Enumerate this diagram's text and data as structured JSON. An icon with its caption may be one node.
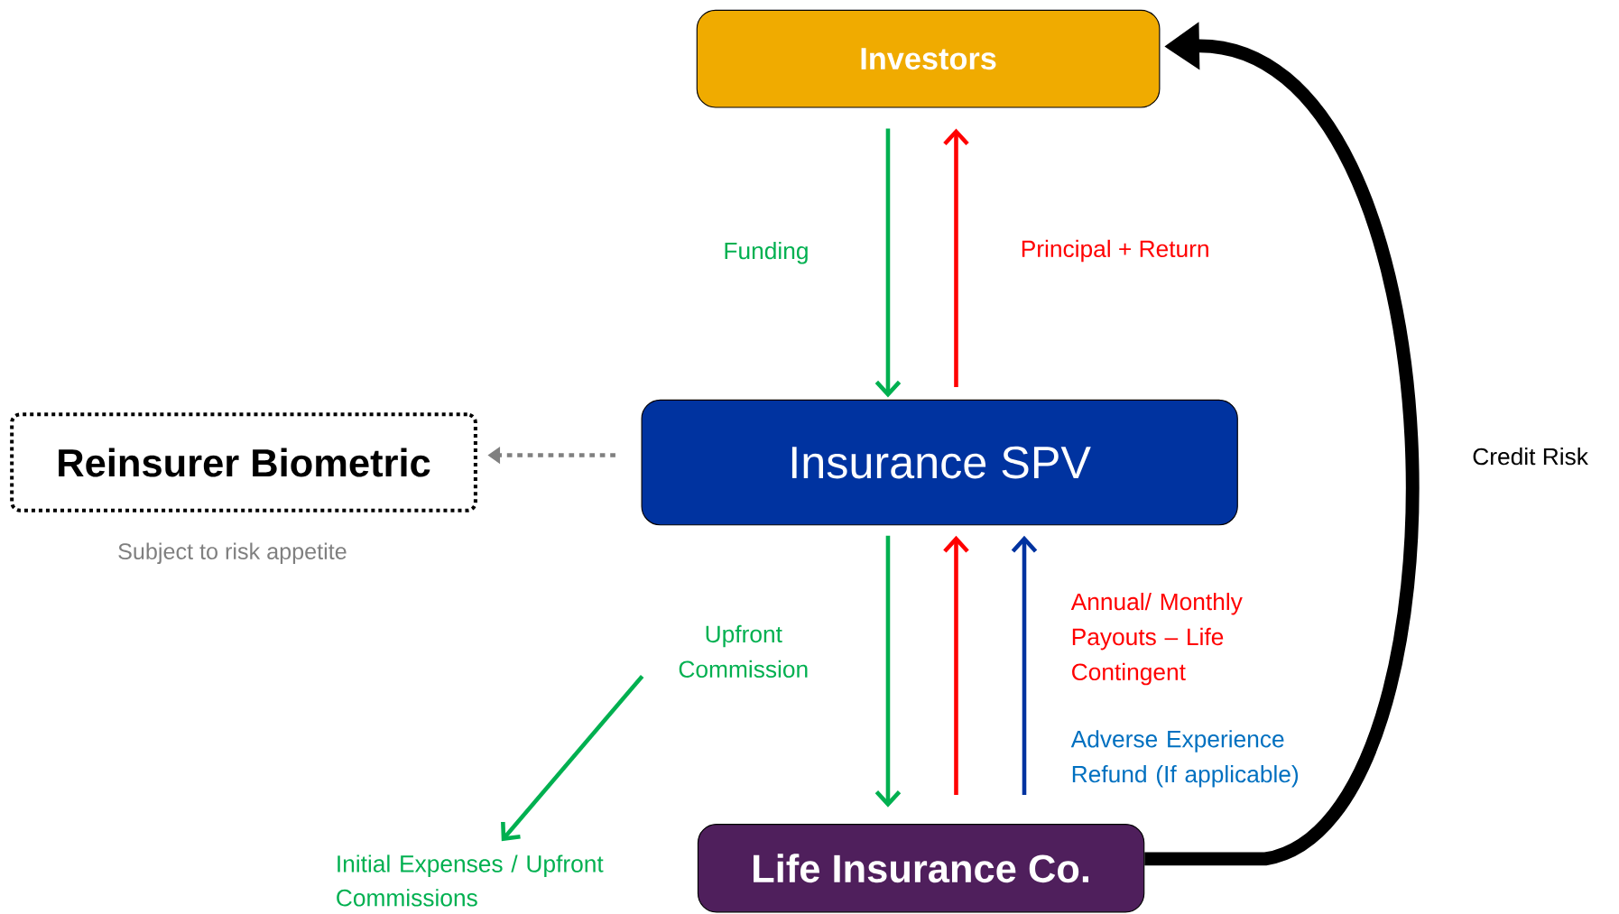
{
  "diagram": {
    "nodes": [
      {
        "text": [
          "Investors"
        ]
      },
      {
        "text": [
          "Insurance SPV"
        ]
      },
      {
        "text": [
          "Reinsurer Biometric"
        ],
        "beside": [
          "Subject to risk appetite"
        ]
      },
      {
        "text": [
          "Life Insurance Co."
        ]
      },
      {
        "text": [
          "Initial Expenses / Upfront Commissions"
        ]
      }
    ],
    "edges": [
      {
        "from": 0,
        "to": 1,
        "arrow": "to",
        "label": "Funding",
        "color": "#00b050"
      },
      {
        "from": 1,
        "to": 0,
        "arrow": "to",
        "label": "Principal + Return",
        "color": "#ff0000"
      },
      {
        "from": 1,
        "to": 2,
        "arrow": "to",
        "style": "dashed",
        "color": "#808080"
      },
      {
        "from": 1,
        "to": 3,
        "arrow": "to",
        "color": "#00b050"
      },
      {
        "from": 3,
        "to": 1,
        "arrow": "to",
        "label": "Annual/ Monthly Payouts – Life Contingent",
        "color": "#ff0000"
      },
      {
        "from": 3,
        "to": 1,
        "arrow": "to",
        "label": "Adverse Experience Refund (If applicable)",
        "color": "#0033a0"
      },
      {
        "from": null,
        "to": 4,
        "arrow": "to",
        "label": "Upfront Commission",
        "color": "#00b050"
      },
      {
        "from": 3,
        "to": 0,
        "arrow": "to",
        "label": "Credit Risk",
        "style": "thick",
        "color": "#000000"
      }
    ]
  }
}
